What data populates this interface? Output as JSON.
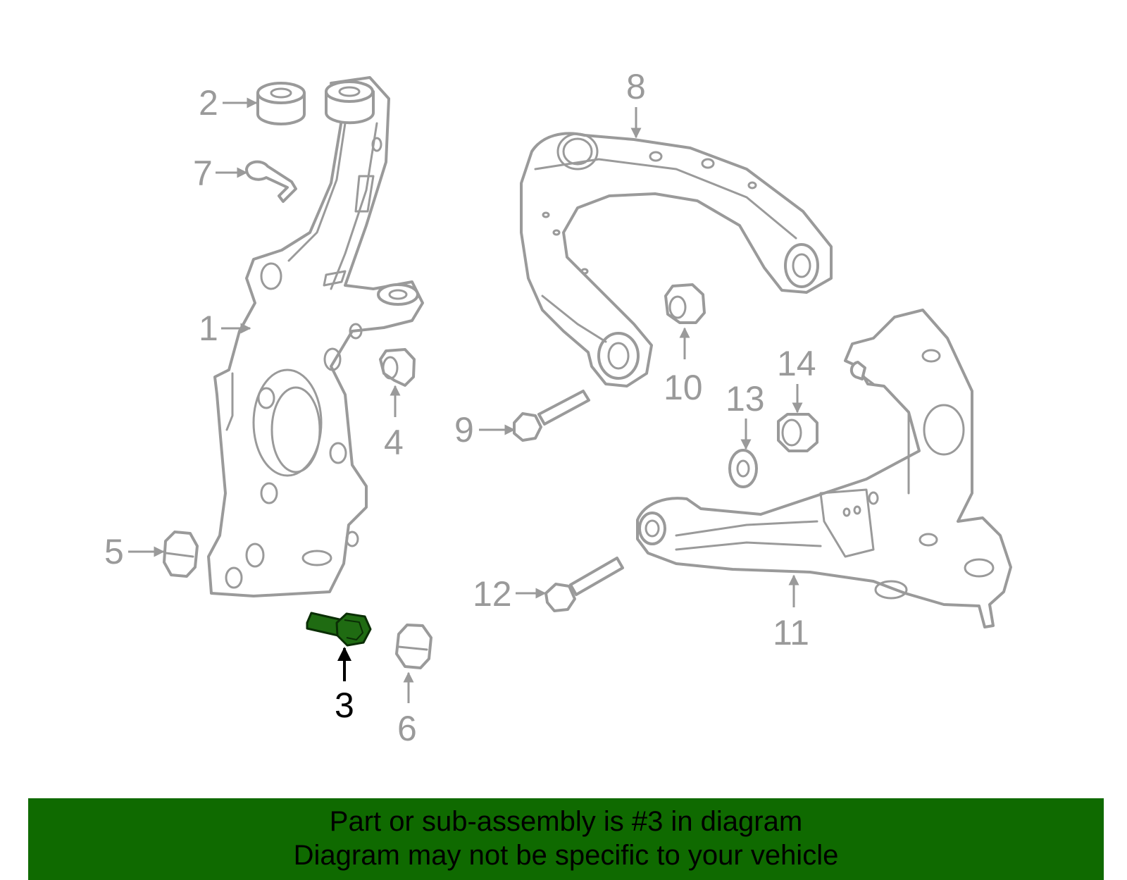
{
  "diagram": {
    "callouts": [
      "1",
      "2",
      "3",
      "4",
      "5",
      "6",
      "7",
      "8",
      "9",
      "10",
      "11",
      "12",
      "13",
      "14"
    ],
    "highlighted_part": "3",
    "highlight_color": "#1f6b12",
    "line_color": "#9a9a9a"
  },
  "banner": {
    "line1": "Part or sub-assembly is #3 in diagram",
    "line2": "Diagram may not be specific to your vehicle",
    "background_color": "#0f6a00"
  }
}
